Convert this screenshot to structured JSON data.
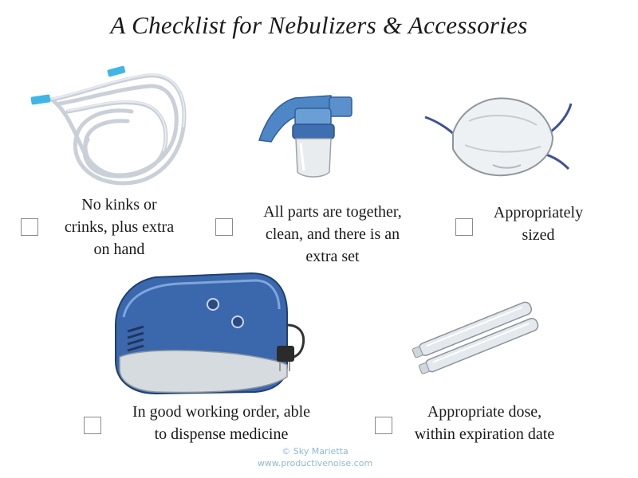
{
  "title": "A Checklist for Nebulizers & Accessories",
  "items": [
    {
      "label": "No kinks or\ncrinks, plus extra\non hand",
      "checked": false,
      "icon": "tubing-icon"
    },
    {
      "label": "All parts are together,\nclean, and there is an\nextra set",
      "checked": false,
      "icon": "nebulizer-cup-icon"
    },
    {
      "label": "Appropriately\nsized",
      "checked": false,
      "icon": "face-mask-icon"
    },
    {
      "label": "In good working order, able\nto dispense medicine",
      "checked": false,
      "icon": "compressor-icon"
    },
    {
      "label": "Appropriate dose,\nwithin expiration date",
      "checked": false,
      "icon": "medicine-vials-icon"
    }
  ],
  "credit": {
    "line1": "© Sky Marietta",
    "line2": "www.productivenoise.com"
  },
  "colors": {
    "accent_blue": "#3f6fb0",
    "tube_tip": "#3fb6e6",
    "checkbox_border": "#8a8a8a",
    "credit_text": "#8fb7d9"
  }
}
